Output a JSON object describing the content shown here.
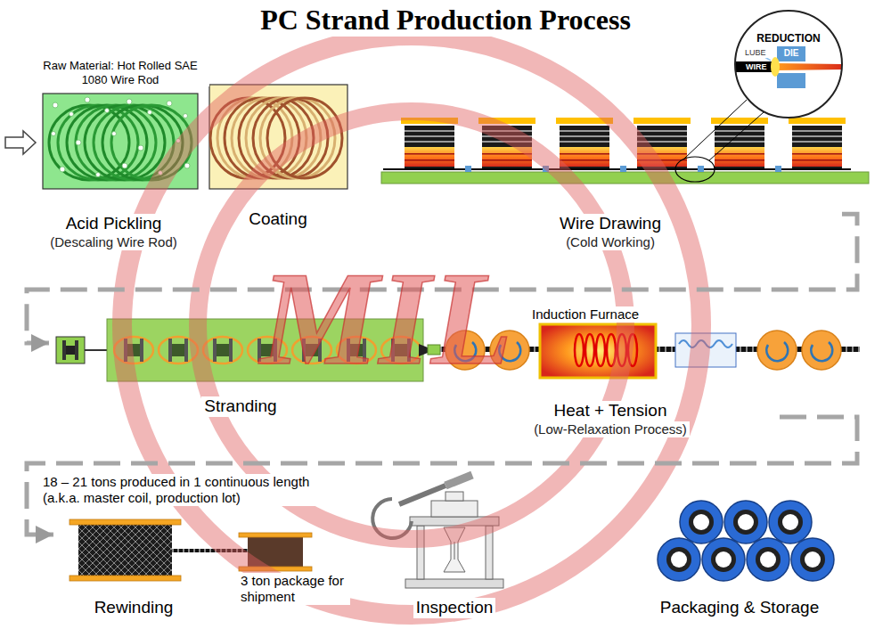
{
  "diagram": {
    "title": "PC Strand Production Process",
    "nodes": [
      {
        "text": [
          "Acid Pickling",
          "(Descaling Wire Rod)"
        ]
      },
      {
        "text": [
          "Coating"
        ]
      },
      {
        "text": [
          "Wire Drawing",
          "(Cold Working)"
        ]
      },
      {
        "text": [
          "Stranding"
        ]
      },
      {
        "text": [
          "Heat + Tension",
          "(Low-Relaxation Process)"
        ]
      },
      {
        "text": [
          "Rewinding"
        ]
      },
      {
        "text": [
          "Inspection"
        ]
      },
      {
        "text": [
          "Packaging & Storage"
        ]
      }
    ],
    "edges": [
      {
        "from": 2,
        "to": 3,
        "arrow": "to"
      },
      {
        "from": 4,
        "to": 5,
        "arrow": "to"
      }
    ],
    "labels": [
      "Raw Material: Hot Rolled SAE 1080 Wire Rod",
      "REDUCTION",
      "LUBE",
      "DIE",
      "WIRE",
      "Induction Furnace",
      "18 – 21 tons produced in 1 continuous length (a.k.a. master coil, production lot)",
      "3 ton package for shipment",
      "MIL"
    ]
  }
}
